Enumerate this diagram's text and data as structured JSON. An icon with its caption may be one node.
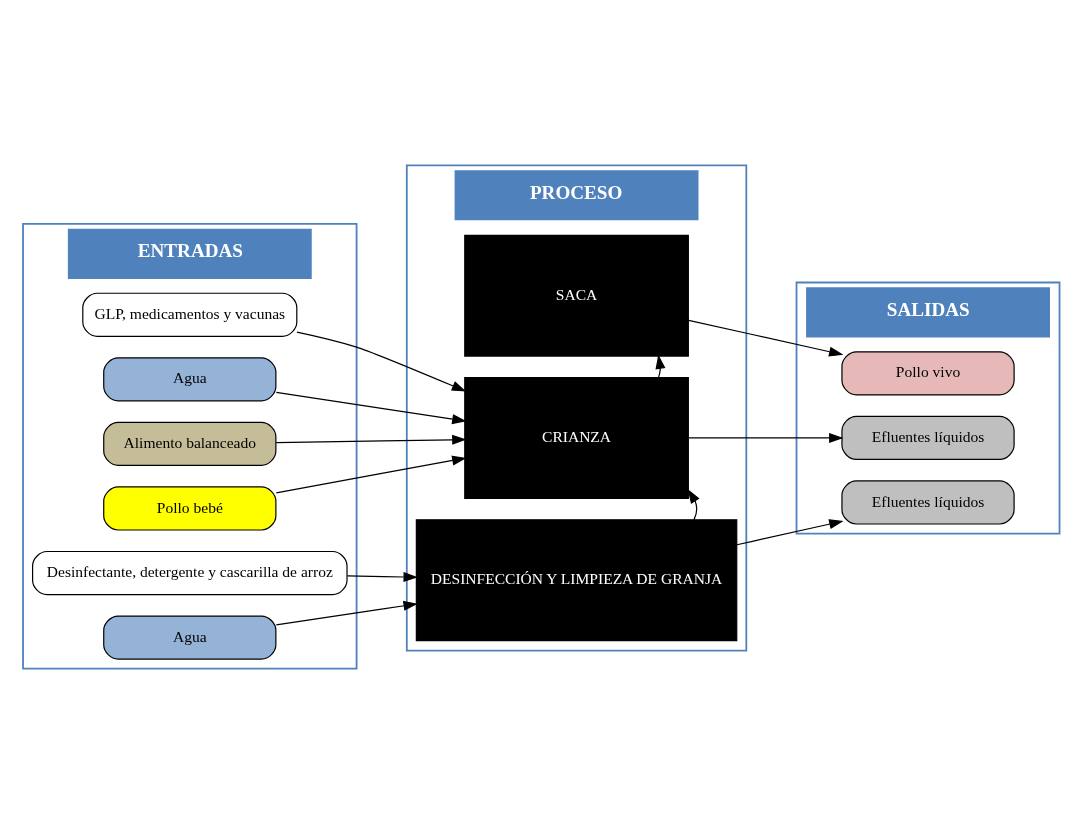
{
  "diagram": {
    "nodes": [
      {
        "text": [
          "ENTRADAS"
        ]
      },
      {
        "text": [
          "PROCESO"
        ]
      },
      {
        "text": [
          "SALIDAS"
        ]
      },
      {
        "text": [
          "Agua"
        ],
        "in": 0
      },
      {
        "text": [
          "Desinfectante, detergente y cascarilla de arroz"
        ],
        "in": 0
      },
      {
        "text": [
          "Pollo bebé"
        ],
        "in": 0
      },
      {
        "text": [
          "Alimento balanceado"
        ],
        "in": 0
      },
      {
        "text": [
          "Agua"
        ],
        "in": 0
      },
      {
        "text": [
          "GLP, medicamentos y vacunas"
        ],
        "in": 0
      },
      {
        "text": [
          "DESINFECCIÓN Y LIMPIEZA DE GRANJA"
        ],
        "in": 1
      },
      {
        "text": [
          "CRIANZA"
        ],
        "in": 1
      },
      {
        "text": [
          "SACA"
        ],
        "in": 1
      },
      {
        "text": [
          "Efluentes líquidos"
        ],
        "in": 2
      },
      {
        "text": [
          "Efluentes líquidos"
        ],
        "in": 2
      },
      {
        "text": [
          "Pollo vivo"
        ],
        "in": 2
      }
    ],
    "edges": [
      {
        "from": 3,
        "to": 9,
        "arrow": "to"
      },
      {
        "from": 4,
        "to": 9,
        "arrow": "to"
      },
      {
        "from": 9,
        "to": 12,
        "arrow": "to"
      },
      {
        "from": 9,
        "to": 10,
        "arrow": "to"
      },
      {
        "from": 5,
        "to": 10,
        "arrow": "to"
      },
      {
        "from": 6,
        "to": 10,
        "arrow": "to"
      },
      {
        "from": 7,
        "to": 10,
        "arrow": "to"
      },
      {
        "from": 8,
        "to": 10,
        "arrow": "to"
      },
      {
        "from": 10,
        "to": 13,
        "arrow": "to"
      },
      {
        "from": 10,
        "to": 11,
        "arrow": "to"
      },
      {
        "from": 11,
        "to": 14,
        "arrow": "to"
      }
    ]
  }
}
